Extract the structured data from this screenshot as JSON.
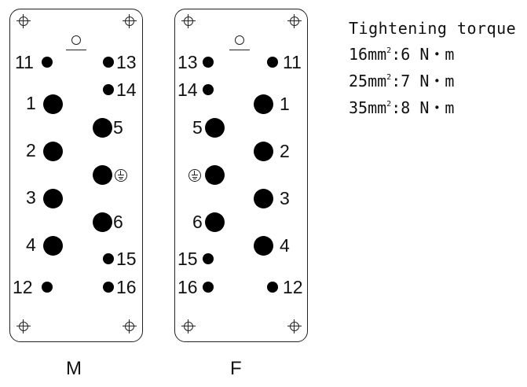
{
  "torque": {
    "title": "Tightening torque",
    "rows": [
      {
        "size": "16mm",
        "sup": "2",
        "value": ":6 N・m"
      },
      {
        "size": "25mm",
        "sup": "2",
        "value": ":7 N・m"
      },
      {
        "size": "35mm",
        "sup": "2",
        "value": ":8 N・m"
      }
    ]
  },
  "panels": {
    "male": {
      "letter": "M",
      "labels": {
        "p11": "11",
        "p13": "13",
        "p14": "14",
        "p1": "1",
        "p5": "5",
        "p2": "2",
        "p3": "3",
        "p6": "6",
        "p4": "4",
        "p15": "15",
        "p12": "12",
        "p16": "16"
      }
    },
    "female": {
      "letter": "F",
      "labels": {
        "p13": "13",
        "p11": "11",
        "p14": "14",
        "p1": "1",
        "p5": "5",
        "p2": "2",
        "p3": "3",
        "p6": "6",
        "p4": "4",
        "p15": "15",
        "p16": "16",
        "p12": "12"
      }
    }
  },
  "icons": {
    "mounting_hole": "crosshair-circle-icon",
    "earth": "protective-earth-icon"
  }
}
